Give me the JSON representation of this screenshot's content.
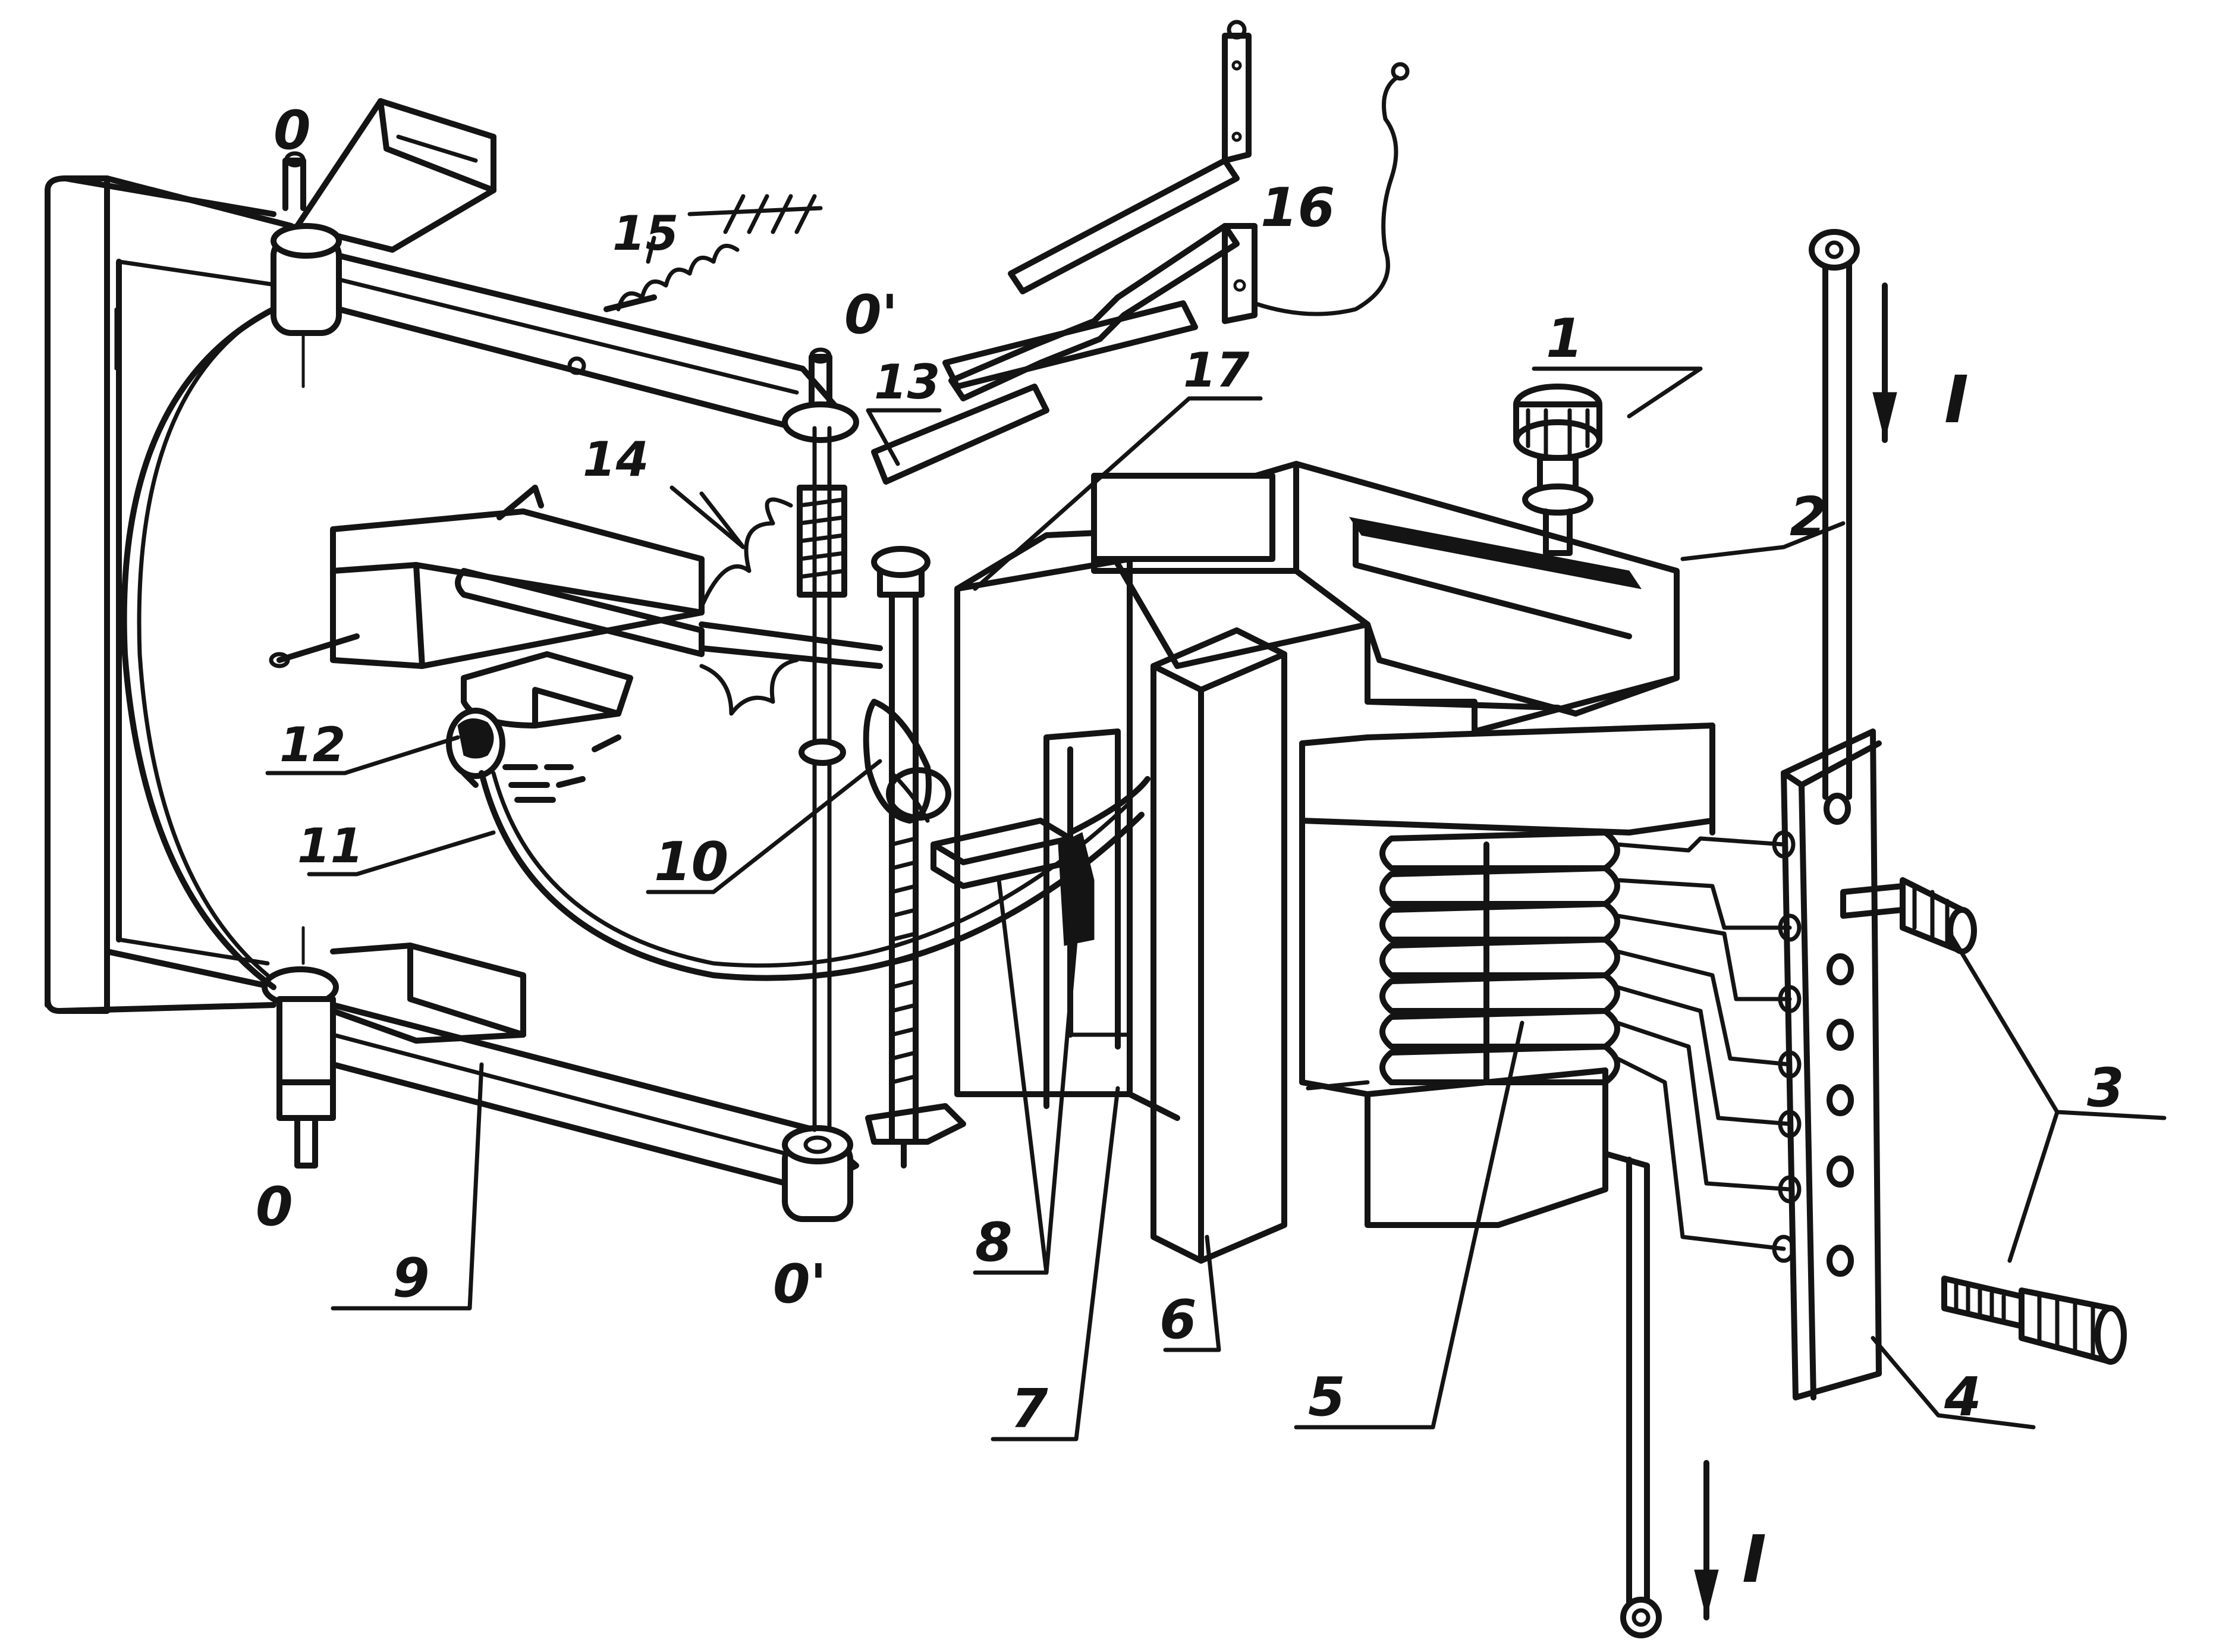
{
  "labels": {
    "l1": "1",
    "l2": "2",
    "l3": "3",
    "l4": "4",
    "l5": "5",
    "l6": "6",
    "l7": "7",
    "l8": "8",
    "l9": "9",
    "l10": "10",
    "l11": "11",
    "l12": "12",
    "l13": "13",
    "l14": "14",
    "l15": "15",
    "l16": "16",
    "l17": "17",
    "axis_o_top": "0",
    "axis_o_bottom": "0",
    "axis_o1_top": "0'",
    "axis_o1_bottom": "0'",
    "current_top": "I",
    "current_bottom": "I"
  }
}
